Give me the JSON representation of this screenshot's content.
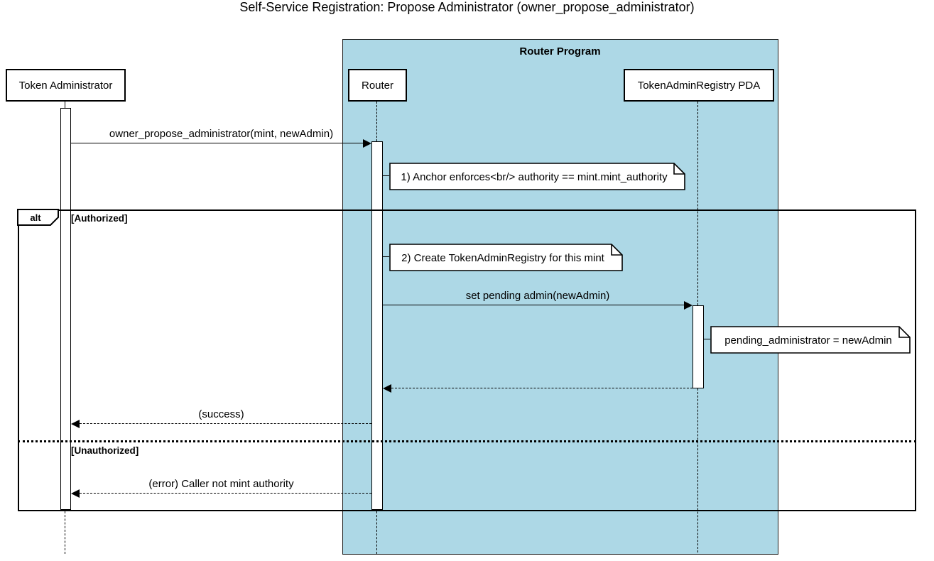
{
  "title": "Self-Service Registration: Propose Administrator (owner_propose_administrator)",
  "program": {
    "label": "Router Program",
    "bg_color": "#add8e6"
  },
  "participants": [
    {
      "id": "token-administrator",
      "label": "Token Administrator"
    },
    {
      "id": "router",
      "label": "Router"
    },
    {
      "id": "token-admin-registry-pda",
      "label": "TokenAdminRegistry PDA"
    }
  ],
  "messages": [
    {
      "label": "owner_propose_administrator(mint, newAdmin)",
      "style": "solid",
      "from": "token-administrator",
      "to": "router"
    },
    {
      "label": "set pending admin(newAdmin)",
      "style": "solid",
      "from": "router",
      "to": "token-admin-registry-pda"
    },
    {
      "label": "",
      "style": "dashed-return",
      "from": "token-admin-registry-pda",
      "to": "router"
    },
    {
      "label": "(success)",
      "style": "dashed-return",
      "from": "router",
      "to": "token-administrator"
    },
    {
      "label": "(error) Caller not mint authority",
      "style": "dashed-return",
      "from": "router",
      "to": "token-administrator"
    }
  ],
  "notes": [
    {
      "text": "1) Anchor enforces<br/> authority == mint.mint_authority"
    },
    {
      "text": "2) Create TokenAdminRegistry for this mint"
    },
    {
      "text": "pending_administrator = newAdmin"
    }
  ],
  "alt_frame": {
    "operator": "alt",
    "guards": [
      "[Authorized]",
      "[Unauthorized]"
    ]
  },
  "colors": {
    "stroke": "#000000",
    "program_fill": "#add8e6",
    "note_fill": "#ffffff",
    "participant_fill": "#ffffff"
  }
}
